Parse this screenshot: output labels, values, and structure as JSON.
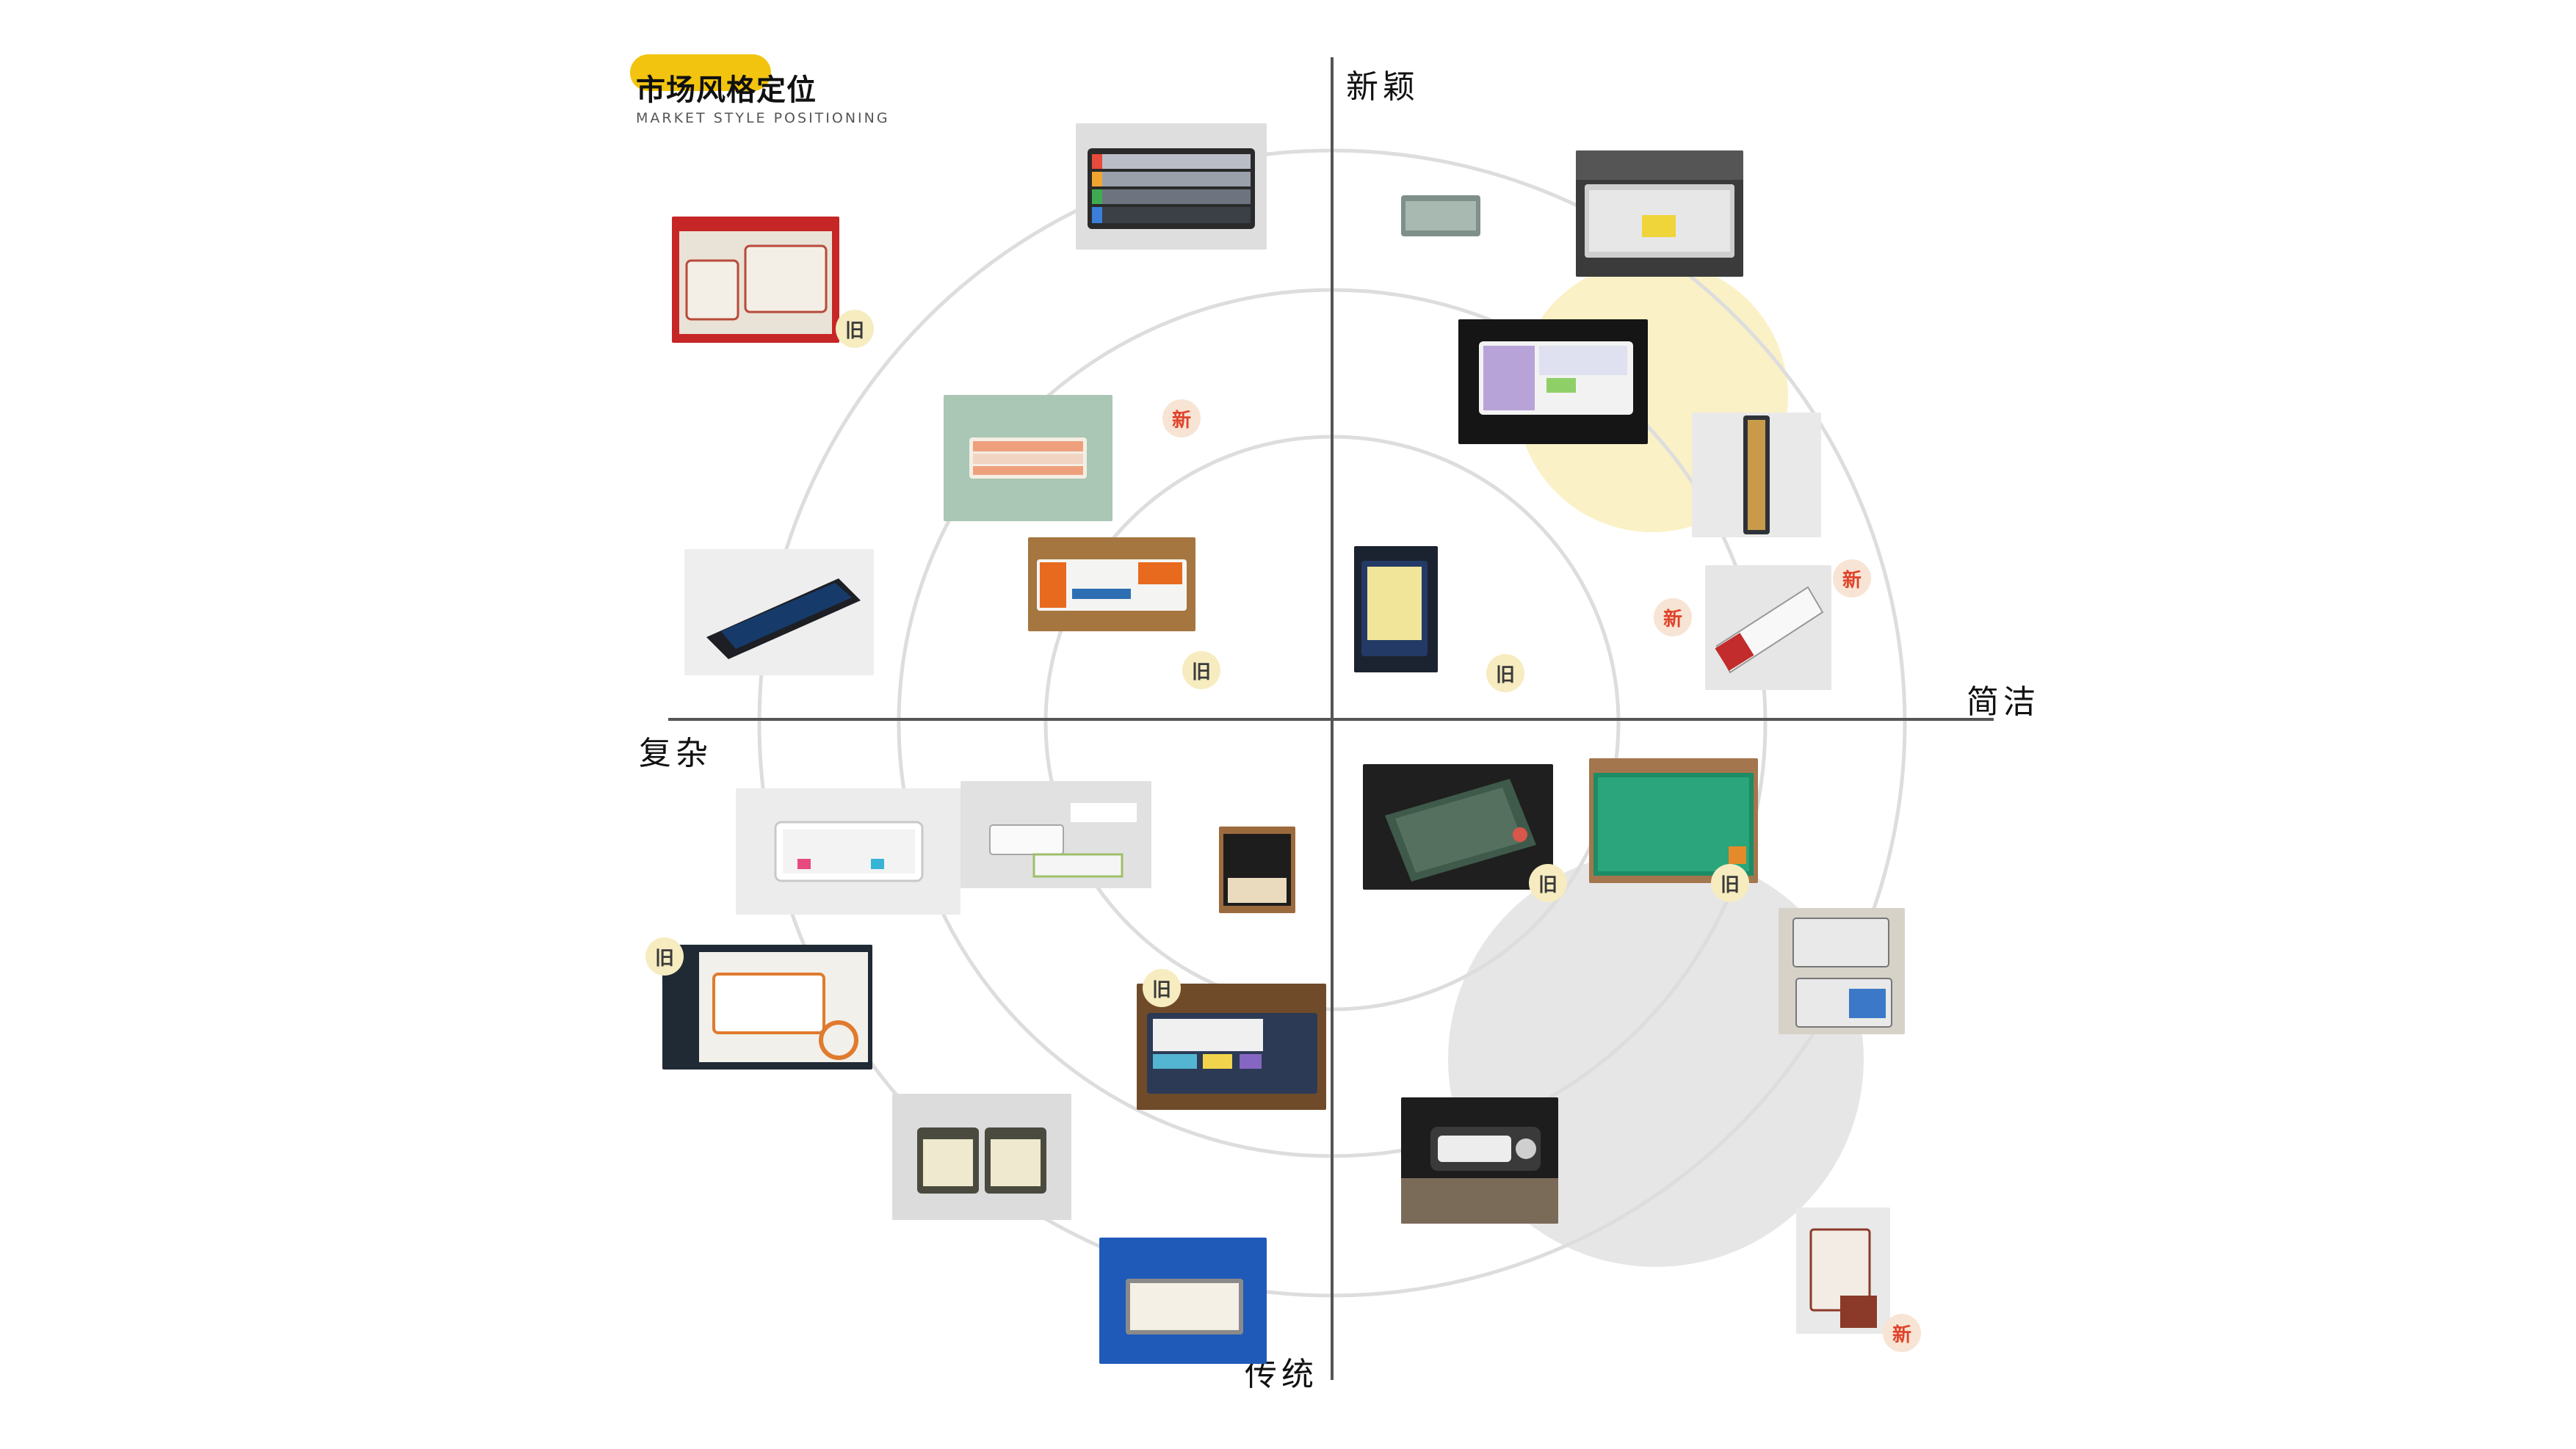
{
  "title": {
    "cn": "市场风格定位",
    "en": "MARKET STYLE POSITIONING"
  },
  "axes": {
    "top": "新颖",
    "right": "简洁",
    "left": "复杂",
    "bottom": "传统"
  },
  "badges": {
    "old": "旧",
    "new": "新"
  },
  "colors": {
    "accent_yellow": "#f2c40f",
    "highlight_yellow": "#fbf1c6",
    "highlight_gray": "#e6e6e6",
    "axis": "#555555",
    "ring": "#dddddd",
    "new_text": "#e0432b"
  }
}
